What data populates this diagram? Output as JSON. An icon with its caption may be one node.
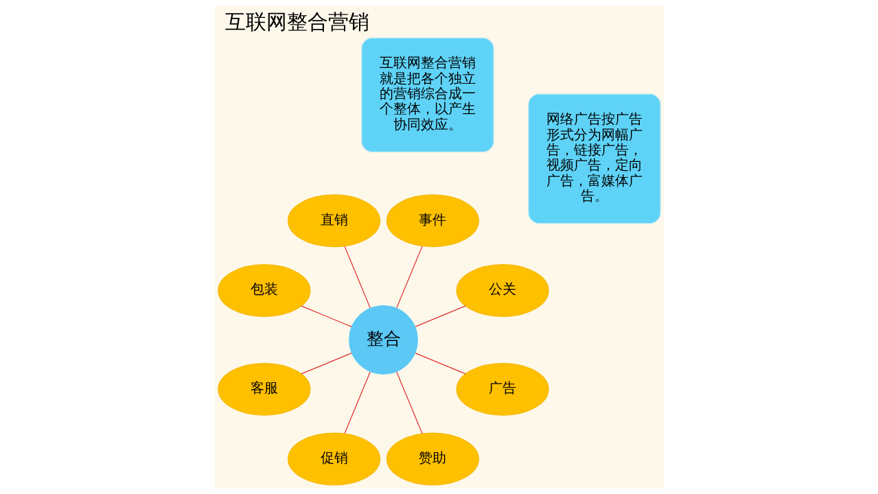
{
  "diagram": {
    "title": "互联网整合营销",
    "nodes": [
      {
        "text": [
          "整合"
        ]
      },
      {
        "text": [
          "公关"
        ]
      },
      {
        "text": [
          "事件"
        ]
      },
      {
        "text": [
          "直销"
        ]
      },
      {
        "text": [
          "包装"
        ]
      },
      {
        "text": [
          "客服"
        ]
      },
      {
        "text": [
          "促销"
        ]
      },
      {
        "text": [
          "赞助"
        ]
      },
      {
        "text": [
          "广告"
        ]
      },
      {
        "text": [
          "网络广告按广告形式分为网幅广告，链接广告，视频广告，定向广告，富媒体广告。"
        ]
      },
      {
        "text": [
          "互联网整合营销就是把各个独立的营销综合成一个整体，以产生协同效应。"
        ]
      }
    ],
    "edges": [
      {
        "from": 0,
        "to": 1,
        "arrow": "none"
      },
      {
        "from": 0,
        "to": 2,
        "arrow": "none"
      },
      {
        "from": 0,
        "to": 3,
        "arrow": "none"
      },
      {
        "from": 0,
        "to": 4,
        "arrow": "none"
      },
      {
        "from": 0,
        "to": 5,
        "arrow": "none"
      },
      {
        "from": 0,
        "to": 6,
        "arrow": "none"
      },
      {
        "from": 0,
        "to": 7,
        "arrow": "none"
      },
      {
        "from": 0,
        "to": 8,
        "arrow": "none"
      }
    ]
  }
}
